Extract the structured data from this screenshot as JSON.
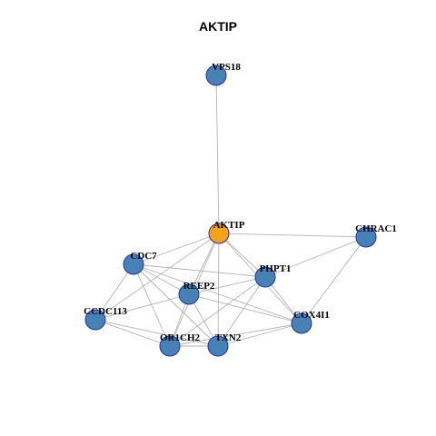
{
  "title": "AKTIP",
  "colors": {
    "hub": "#f5a214",
    "node": "#4682b4",
    "node_border": "#1f2fc0",
    "edge": "#b3b3b3"
  },
  "nodes": [
    {
      "id": "VPS18",
      "label": "VPS18",
      "hub": false
    },
    {
      "id": "AKTIP",
      "label": "AKTIP",
      "hub": true
    },
    {
      "id": "CHRAC1",
      "label": "CHRAC1",
      "hub": false
    },
    {
      "id": "CDC7",
      "label": "CDC7",
      "hub": false
    },
    {
      "id": "PHPT1",
      "label": "PHPT1",
      "hub": false
    },
    {
      "id": "REEP2",
      "label": "REEP2",
      "hub": false
    },
    {
      "id": "CCDC113",
      "label": "CCDC113",
      "hub": false
    },
    {
      "id": "COX4I1",
      "label": "COX4I1",
      "hub": false
    },
    {
      "id": "OR1CH2",
      "label": "OR1CH2",
      "hub": false
    },
    {
      "id": "TXN2",
      "label": "TXN2",
      "hub": false
    }
  ],
  "edges": [
    [
      "VPS18",
      "AKTIP"
    ],
    [
      "AKTIP",
      "CHRAC1"
    ],
    [
      "AKTIP",
      "CDC7"
    ],
    [
      "AKTIP",
      "PHPT1"
    ],
    [
      "AKTIP",
      "REEP2"
    ],
    [
      "AKTIP",
      "CCDC113"
    ],
    [
      "AKTIP",
      "COX4I1"
    ],
    [
      "AKTIP",
      "OR1CH2"
    ],
    [
      "AKTIP",
      "TXN2"
    ],
    [
      "CHRAC1",
      "PHPT1"
    ],
    [
      "CHRAC1",
      "COX4I1"
    ],
    [
      "CDC7",
      "PHPT1"
    ],
    [
      "CDC7",
      "REEP2"
    ],
    [
      "CDC7",
      "CCDC113"
    ],
    [
      "CDC7",
      "OR1CH2"
    ],
    [
      "CDC7",
      "TXN2"
    ],
    [
      "CDC7",
      "COX4I1"
    ],
    [
      "PHPT1",
      "REEP2"
    ],
    [
      "PHPT1",
      "COX4I1"
    ],
    [
      "PHPT1",
      "OR1CH2"
    ],
    [
      "PHPT1",
      "TXN2"
    ],
    [
      "REEP2",
      "CCDC113"
    ],
    [
      "REEP2",
      "OR1CH2"
    ],
    [
      "REEP2",
      "TXN2"
    ],
    [
      "REEP2",
      "COX4I1"
    ],
    [
      "CCDC113",
      "OR1CH2"
    ],
    [
      "CCDC113",
      "TXN2"
    ],
    [
      "OR1CH2",
      "TXN2"
    ],
    [
      "OR1CH2",
      "COX4I1"
    ],
    [
      "TXN2",
      "COX4I1"
    ]
  ]
}
